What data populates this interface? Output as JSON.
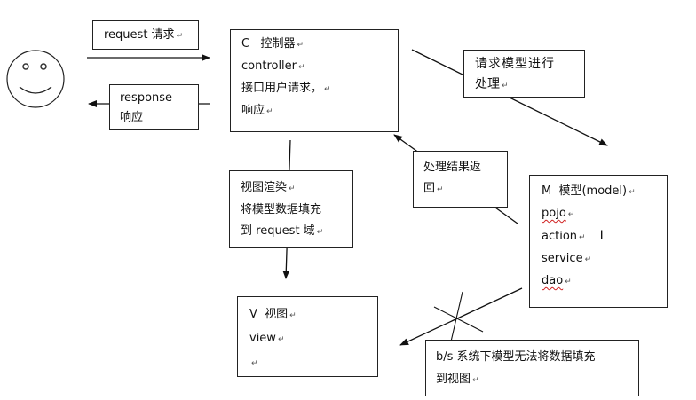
{
  "paragraph_mark": "↵",
  "request": {
    "text": "request 请求"
  },
  "response": {
    "line1": "response",
    "line2": "响应"
  },
  "controller": {
    "title": "C   控制器",
    "line2": "controller",
    "line3": "接口用户请求，",
    "line4": "响应"
  },
  "request_model": {
    "line1": "请求模型进行",
    "line2": "处理"
  },
  "result_return": {
    "line1": "处理结果返",
    "line2": "回"
  },
  "render_view": {
    "line1": "视图渲染",
    "line2": "将模型数据填充",
    "line3": "到 request 域"
  },
  "model": {
    "title": "M  模型(model)",
    "items": [
      "pojo",
      "action",
      "service",
      "dao"
    ]
  },
  "view": {
    "title": "V  视图",
    "line2": "view"
  },
  "bs_note": {
    "line1": "b/s 系统下模型无法将数据填充",
    "line2": "到视图"
  }
}
